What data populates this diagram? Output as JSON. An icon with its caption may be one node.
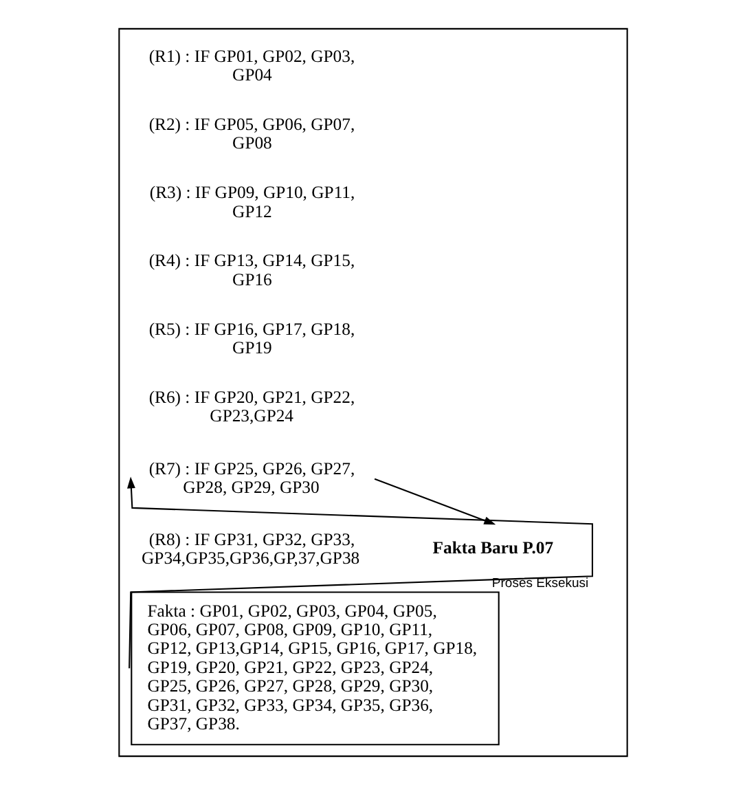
{
  "diagram": {
    "nodes": [
      {
        "text": [],
        "shape": "box"
      },
      {
        "text": [
          "(R7) : IF GP25, GP26, GP27, GP28, GP29, GP30"
        ],
        "in": 0
      },
      {
        "text": [
          "Fakta Baru P.07"
        ],
        "in": 0
      },
      {
        "text": [
          "Fakta : GP01, GP02, GP03, GP04, GP05, GP06, GP07, GP08, GP09, GP10, GP11, GP12, GP13,GP14, GP15, GP16, GP17, GP18, GP19, GP20, GP21, GP22, GP23, GP24, GP25, GP26, GP27, GP28, GP29, GP30, GP31, GP32, GP33, GP34, GP35, GP36, GP37, GP38."
        ],
        "in": 0
      }
    ],
    "edges": [
      {
        "from": 1,
        "to": 2,
        "arrow": "to"
      },
      {
        "from": 3,
        "to": 1,
        "arrow": "to",
        "label": "Proses Eksekusi"
      }
    ],
    "labels": [
      "(R1) : IF GP01, GP02, GP03, GP04",
      "(R2) : IF GP05, GP06, GP07, GP08",
      "(R3) : IF GP09, GP10, GP11, GP12",
      "(R4) : IF GP13, GP14, GP15, GP16",
      "(R5) : IF GP16, GP17, GP18, GP19",
      "(R6) : IF GP20, GP21, GP22, GP23,GP24",
      "(R8) : IF GP31, GP32, GP33, GP34,GP35,GP36,GP,37,GP38"
    ]
  }
}
